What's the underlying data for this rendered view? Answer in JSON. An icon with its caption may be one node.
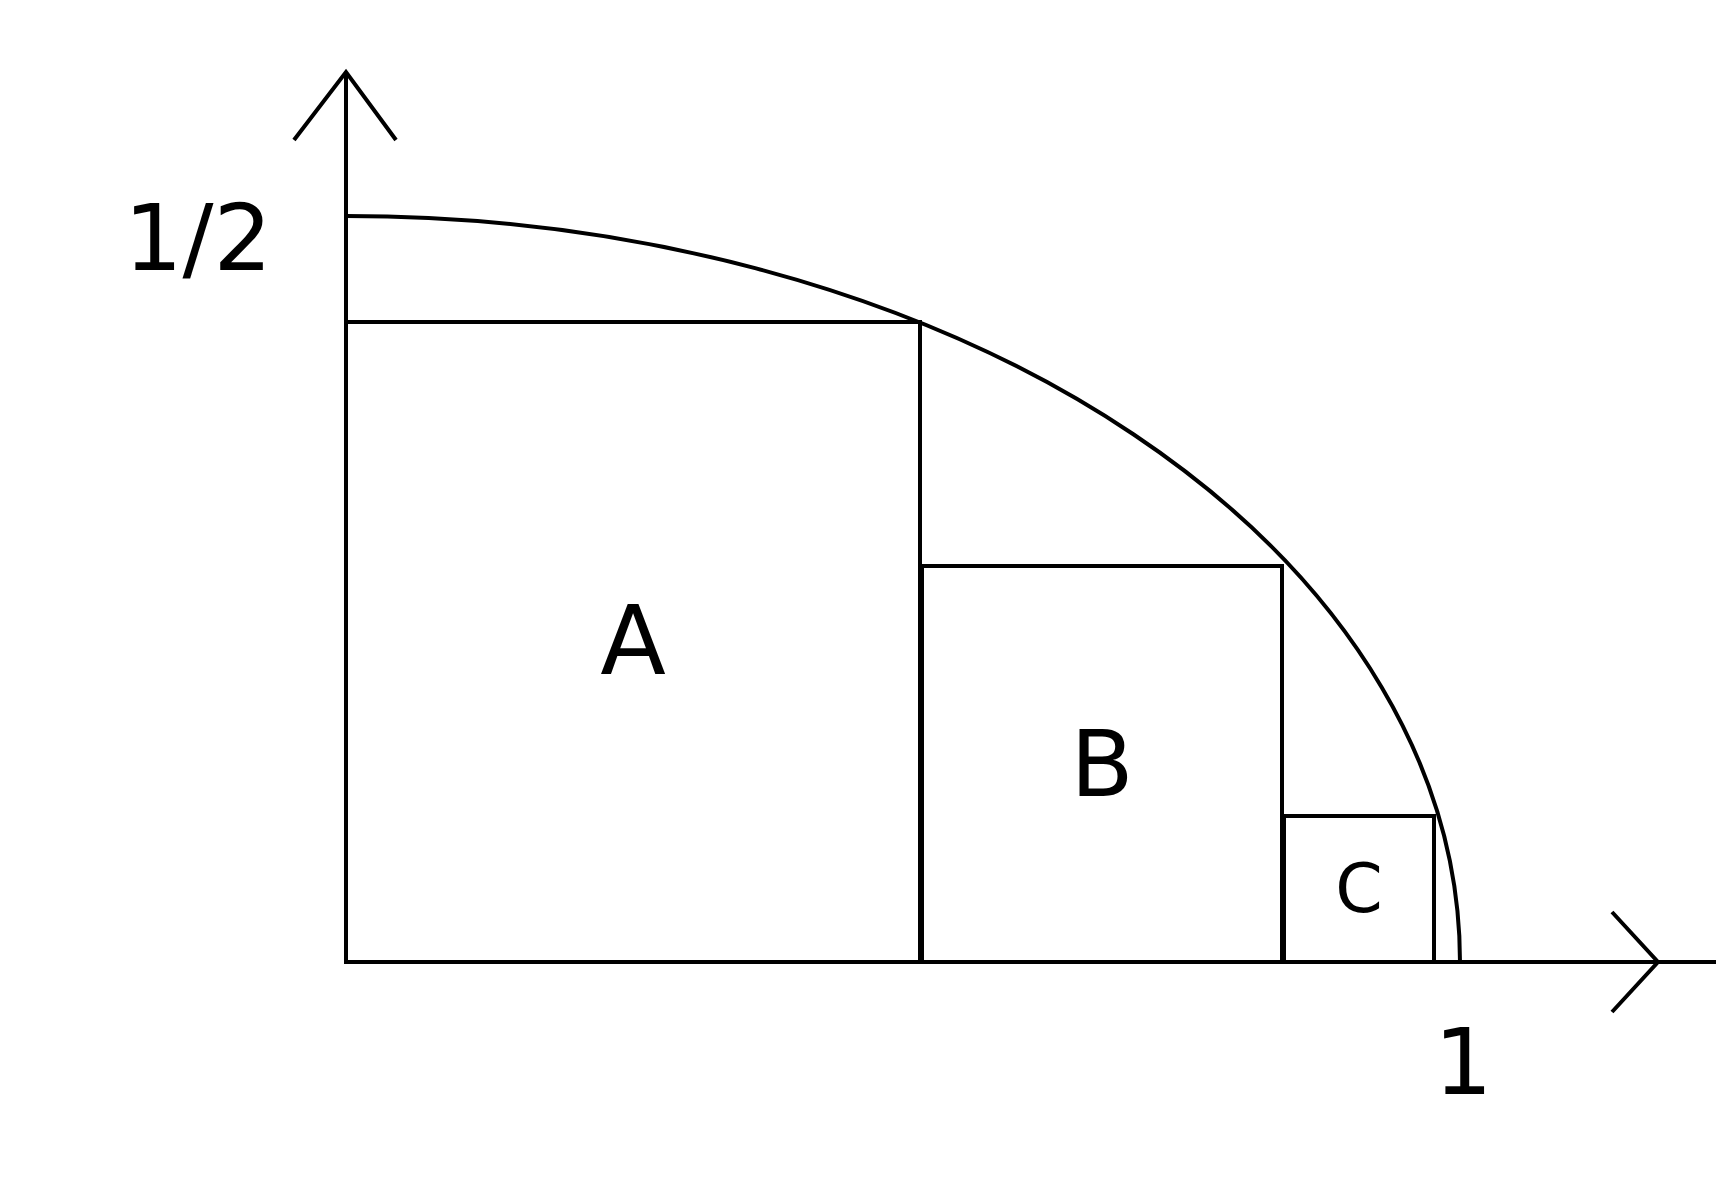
{
  "diagram": {
    "nodes": [
      {
        "text": [
          "A"
        ]
      },
      {
        "text": [
          "B"
        ]
      },
      {
        "text": [
          "C"
        ]
      }
    ],
    "labels": [
      "1/2",
      "1"
    ]
  }
}
